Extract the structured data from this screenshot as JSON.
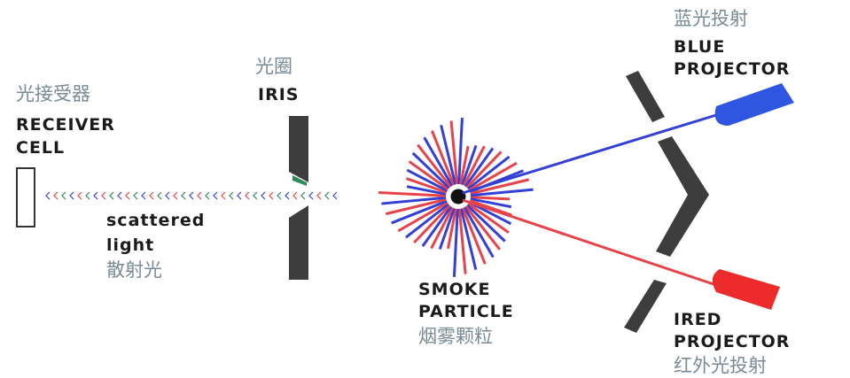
{
  "labels": {
    "receiver_cn": "光接受器",
    "receiver_en_1": "RECEIVER",
    "receiver_en_2": "CELL",
    "iris_cn": "光圈",
    "iris_en": "IRIS",
    "scattered_en_1": "scattered",
    "scattered_en_2": "light",
    "scattered_cn": "散射光",
    "smoke_en_1": "SMOKE",
    "smoke_en_2": "PARTICLE",
    "smoke_cn": "烟雾颗粒",
    "blue_cn": "蓝光投射",
    "blue_en_1": "BLUE",
    "blue_en_2": "PROJECTOR",
    "ired_en_1": "IRED",
    "ired_en_2": "PROJECTOR",
    "ired_cn": "红外光投射"
  },
  "colors": {
    "blue_beam": "#3340d8",
    "red_beam": "#e8434a",
    "projector_blue": "#2f56e0",
    "projector_red": "#ee2b2b",
    "barrier": "#3d3d3d",
    "iris_accent": "#2e8b57"
  }
}
